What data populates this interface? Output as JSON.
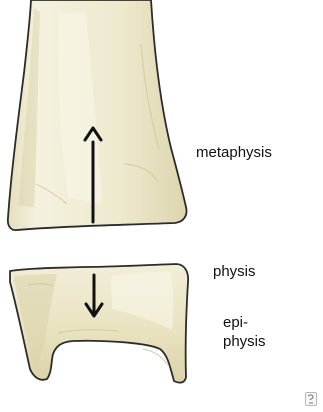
{
  "labels": {
    "metaphysis": "metaphysis",
    "physis": "physis",
    "epiphysis_line1": "epi-",
    "epiphysis_line2": "physis"
  },
  "arrows": {
    "metaphysis": "up",
    "epiphysis": "down"
  },
  "colors": {
    "bone_fill": "#ece8c8",
    "bone_shadow": "#d8d1a8",
    "bone_highlight": "#f8f6e9",
    "outline": "#2b2b2b",
    "label": "#111111"
  },
  "icons": {
    "corner_watermark": "watermark-icon"
  }
}
